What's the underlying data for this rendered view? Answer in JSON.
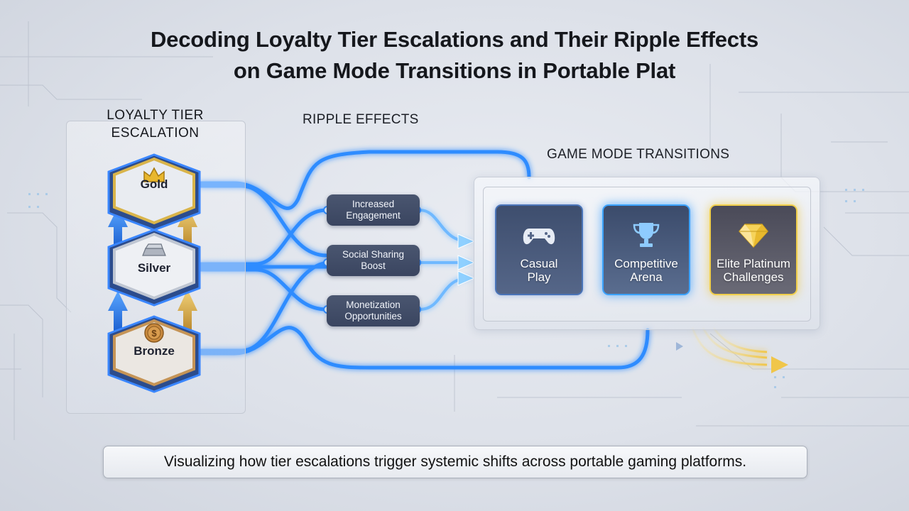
{
  "title": {
    "line1": "Decoding Loyalty Tier Escalations and Their Ripple Effects",
    "line2": "on Game Mode Transitions in Portable Plat"
  },
  "sections": {
    "tiers": {
      "label_line1": "LOYALTY TIER",
      "label_line2": "ESCALATION"
    },
    "ripple": {
      "label": "RIPPLE EFFECTS"
    },
    "modes": {
      "label": "GAME MODE TRANSITIONS"
    }
  },
  "tiers": [
    {
      "name": "Gold",
      "icon": "crown-icon",
      "color": "#d9b44a"
    },
    {
      "name": "Silver",
      "icon": "silver-bar-icon",
      "color": "#b9c0cc"
    },
    {
      "name": "Bronze",
      "icon": "coin-icon",
      "color": "#c08a4a"
    }
  ],
  "ripple_effects": [
    {
      "line1": "Increased",
      "line2": "Engagement"
    },
    {
      "line1": "Social Sharing",
      "line2": "Boost"
    },
    {
      "line1": "Monetization",
      "line2": "Opportunities"
    }
  ],
  "game_modes": [
    {
      "line1": "Casual",
      "line2": "Play",
      "icon": "gamepad-icon",
      "accent": "#4a74b8"
    },
    {
      "line1": "Competitive",
      "line2": "Arena",
      "icon": "trophy-icon",
      "accent": "#3aa2ff"
    },
    {
      "line1": "Elite Platinum",
      "line2": "Challenges",
      "icon": "diamond-icon",
      "accent": "#f1cf4b"
    }
  ],
  "colors": {
    "flow_blue": "#2f8cff",
    "flow_gold": "#f0c64a",
    "arrow_blue": "#2d6fe0",
    "arrow_gold": "#d9a93a"
  },
  "caption": "Visualizing how tier escalations trigger systemic shifts across portable gaming platforms."
}
